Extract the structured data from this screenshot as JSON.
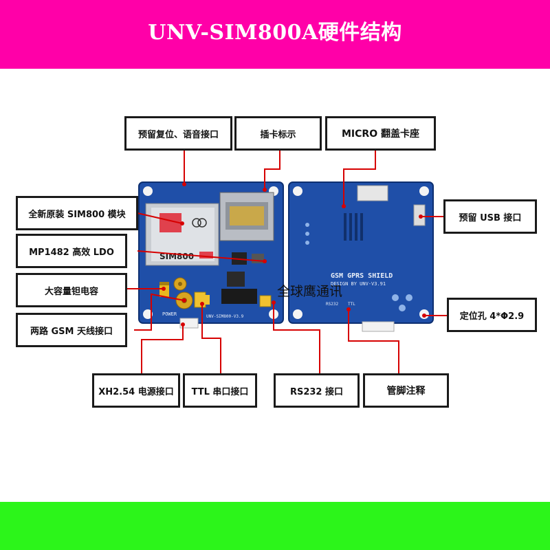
{
  "header": {
    "title": "UNV-SIM800A硬件结构"
  },
  "labels": {
    "reset_voice": "预留复位、语音接口",
    "card_mark": "插卡标示",
    "micro_slot": "MICRO  翻盖卡座",
    "sim800_module": "全新原装 SIM800 模块",
    "ldo": "MP1482 高效 LDO",
    "tantalum_cap": "大容量钽电容",
    "gsm_antenna": "两路 GSM 天线接口",
    "usb_port": "预留 USB 接口",
    "mount_holes": "定位孔 4*Φ2.9",
    "power_conn": "XH2.54 电源接口",
    "ttl_port": "TTL 串口接口",
    "rs232_port": "RS232 接口",
    "pin_notes": "管脚注释"
  },
  "board_front": {
    "module_brand": "SIM800",
    "silk_version": "UNV-SIM800-V3.9",
    "power_label": "POWER"
  },
  "board_back": {
    "title": "GSM GPRS SHIELD",
    "design": "DESIGN BY UNV-V3.91",
    "rs232": "RS232",
    "ttl": "TTL"
  },
  "watermark": "全球鹰通讯",
  "colors": {
    "banner": "#ff00a8",
    "footer": "#2cf51a",
    "pcb": "#1f4fa8",
    "pointer": "#d60000"
  }
}
